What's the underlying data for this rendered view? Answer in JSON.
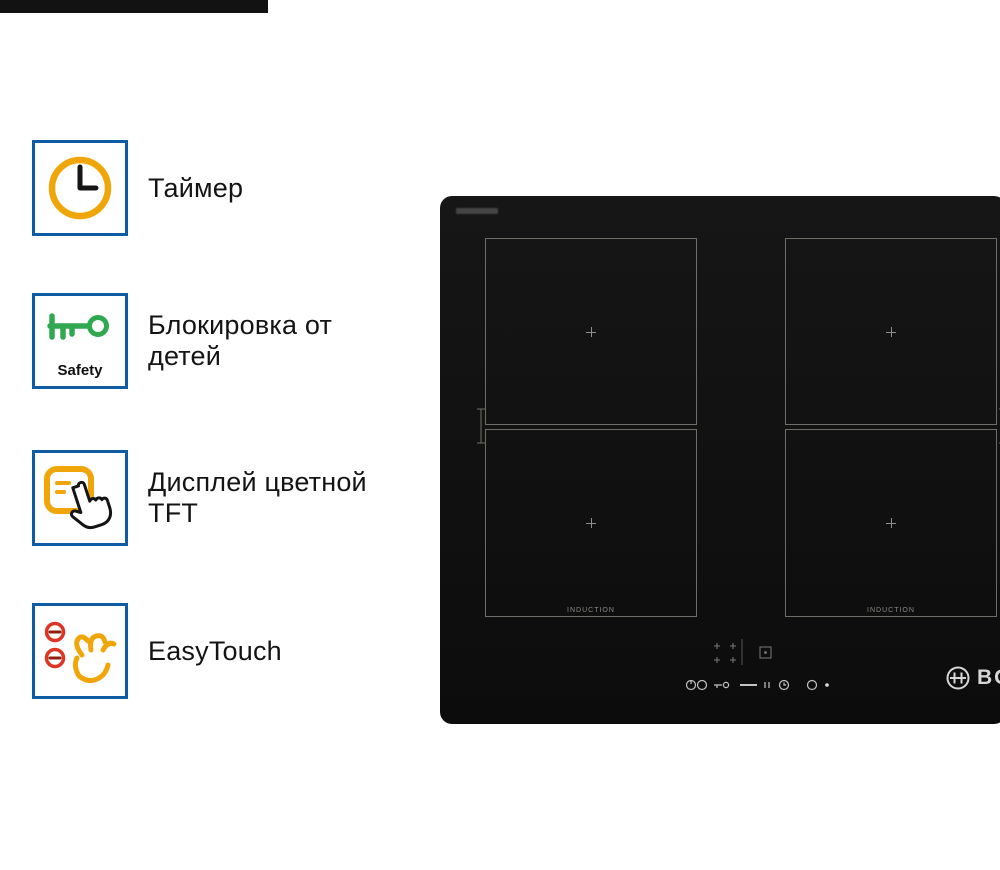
{
  "page": {
    "background_color": "#ffffff"
  },
  "top_bar": {
    "color": "#121212"
  },
  "features": [
    {
      "icon": "timer-clock-icon",
      "label": "Таймер"
    },
    {
      "icon": "child-lock-key-icon",
      "label": "Блокировка от детей",
      "badge": "Safety"
    },
    {
      "icon": "tft-display-touch-icon",
      "label": "Дисплей цветной TFT"
    },
    {
      "icon": "easytouch-hand-icon",
      "label": "EasyTouch"
    }
  ],
  "feature_style": {
    "box_border_color": "#0d5ca4",
    "accent_orange": "#f0a60a",
    "accent_green": "#2fa84f",
    "accent_red": "#dd3524"
  },
  "cooktop": {
    "body_color": "#101010",
    "zone_line_color": "#6e6e68",
    "zone_label": "INDUCTION",
    "brand": "BOSCH",
    "control_icons": [
      "power-icon",
      "pause-icon",
      "child-lock-icon",
      "slider-dash",
      "timer-icon",
      "indicator-led"
    ]
  }
}
